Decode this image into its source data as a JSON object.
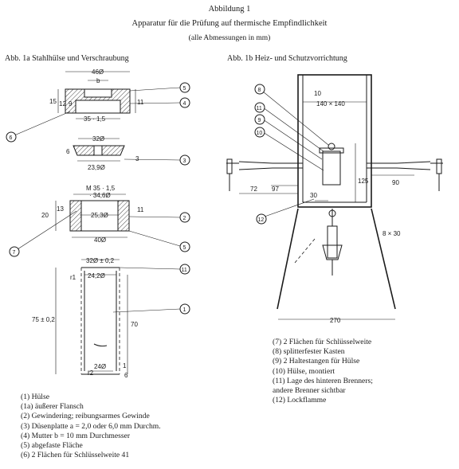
{
  "header": {
    "figure": "Abbildung 1",
    "title": "Apparatur für die Prüfung auf thermische Empfindlichkeit",
    "note": "(alle Abmessungen in mm)"
  },
  "panels": {
    "left": "Abb. 1a Stahlhülse und Verschraubung",
    "right": "Abb. 1b Heiz- und Schutzvorrichtung"
  },
  "left_dims": {
    "d46": "46Ø",
    "b": "b",
    "d15": "15",
    "d12": "12",
    "d9": "9",
    "d11a": "11",
    "d35x15": "35 · 1,5",
    "d32": "32Ø",
    "d6a": "6",
    "d3": "3",
    "d239": "23,9Ø",
    "m35": "M 35 · 1,5",
    "d346": "· 34,6Ø",
    "d13": "13",
    "d20": "20",
    "d253": "25,3Ø",
    "d11b": "11",
    "d40": "40Ø",
    "d32tol": "32Ø ± 0,2",
    "r1": "r1",
    "d242": "24,2Ø",
    "d75": "75 ± 0,2",
    "d70": "70",
    "d24": "24Ø",
    "r2": "r2",
    "d1": "1",
    "d6b": "6"
  },
  "right_dims": {
    "d10": "10",
    "box": "140 × 140",
    "d125": "125",
    "d72": "72",
    "d97": "97",
    "d30": "30",
    "d90": "90",
    "d8x30": "8 × 30",
    "d270": "270"
  },
  "callouts_left": [
    "5",
    "4",
    "6",
    "3",
    "2",
    "5",
    "7",
    "11",
    "1"
  ],
  "callouts_right": [
    "8",
    "11",
    "9",
    "10",
    "12"
  ],
  "legend_left": [
    "(1) Hülse",
    "(1a) äußerer Flansch",
    "(2) Gewindering; reibungsarmes Gewinde",
    "(3) Düsenplatte a = 2,0 oder 6,0 mm Durchm.",
    "(4) Mutter b = 10 mm Durchmesser",
    "(5) abgefaste Fläche",
    "(6) 2 Flächen für Schlüsselweite 41"
  ],
  "legend_right": [
    "(7) 2 Flächen für Schlüsselweite",
    "(8) splitterfester Kasten",
    "(9) 2 Haltestangen für Hülse",
    "(10) Hülse, montiert",
    "(11) Lage des hinteren Brenners;",
    "andere Brenner sichtbar",
    "(12) Lockflamme"
  ]
}
